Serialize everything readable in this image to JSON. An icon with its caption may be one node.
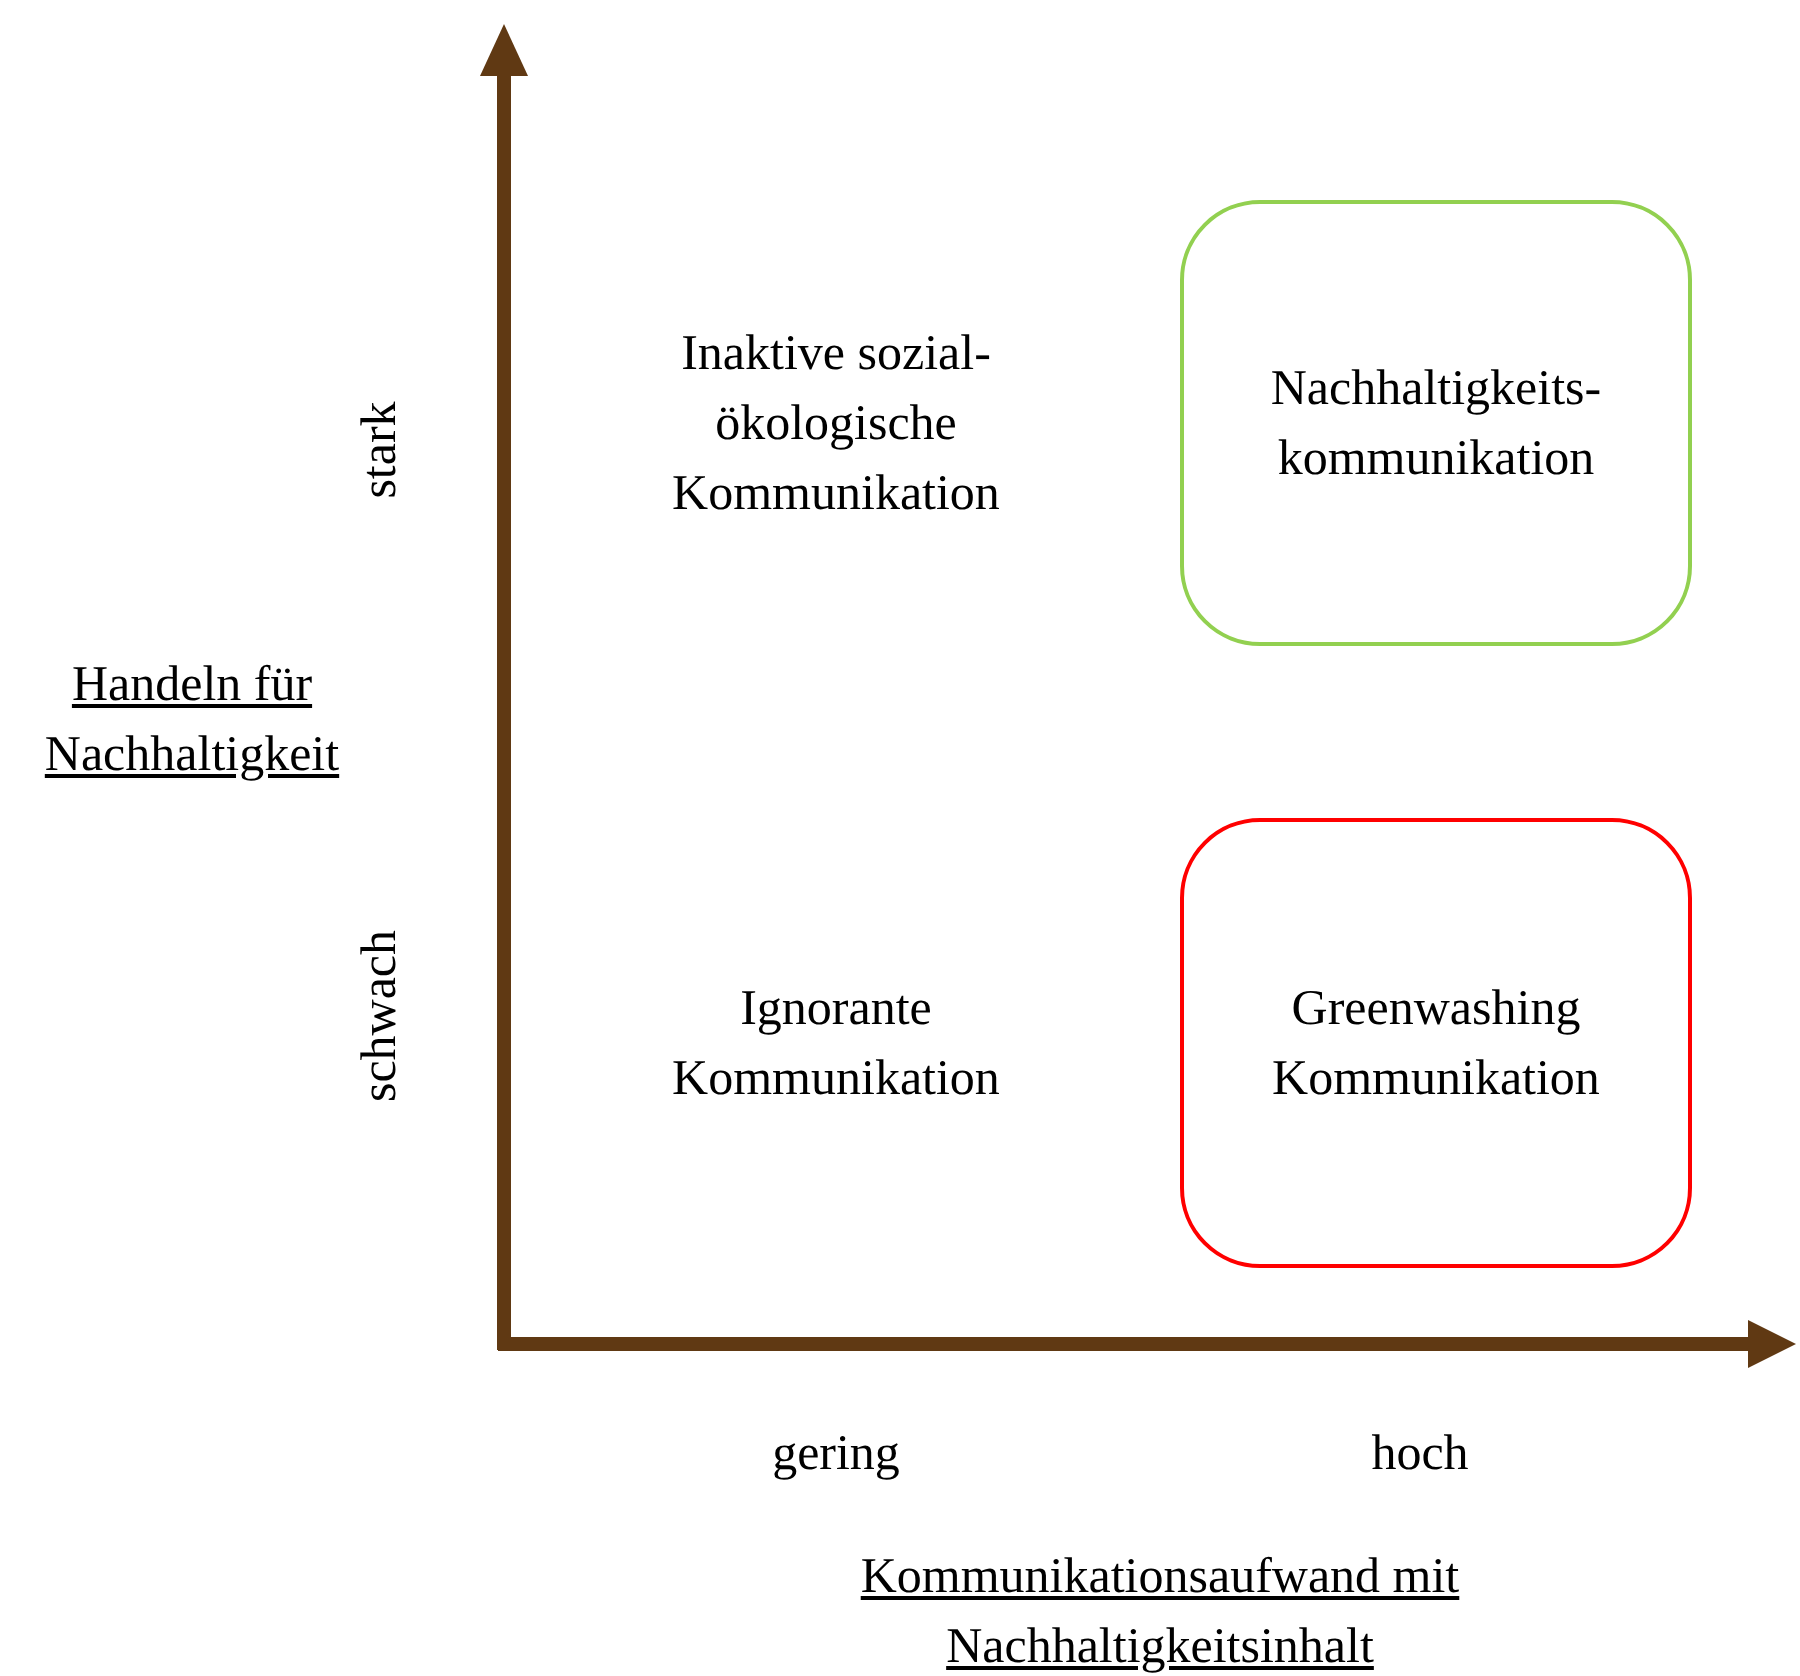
{
  "diagram": {
    "nodes": [
      {
        "text": [
          "Nachhaltigkeits- kommunikation"
        ]
      },
      {
        "text": [
          "Greenwashing Kommunikation"
        ]
      }
    ],
    "labels": [
      "stark",
      "Inaktive sozial- ökologische Kommunikation",
      "Handeln für Nachhaltigkeit",
      "schwach",
      "Ignorante Kommunikation",
      "gering",
      "hoch",
      "Kommunikationsaufwand mit Nachhaltigkeitsinhalt"
    ]
  }
}
